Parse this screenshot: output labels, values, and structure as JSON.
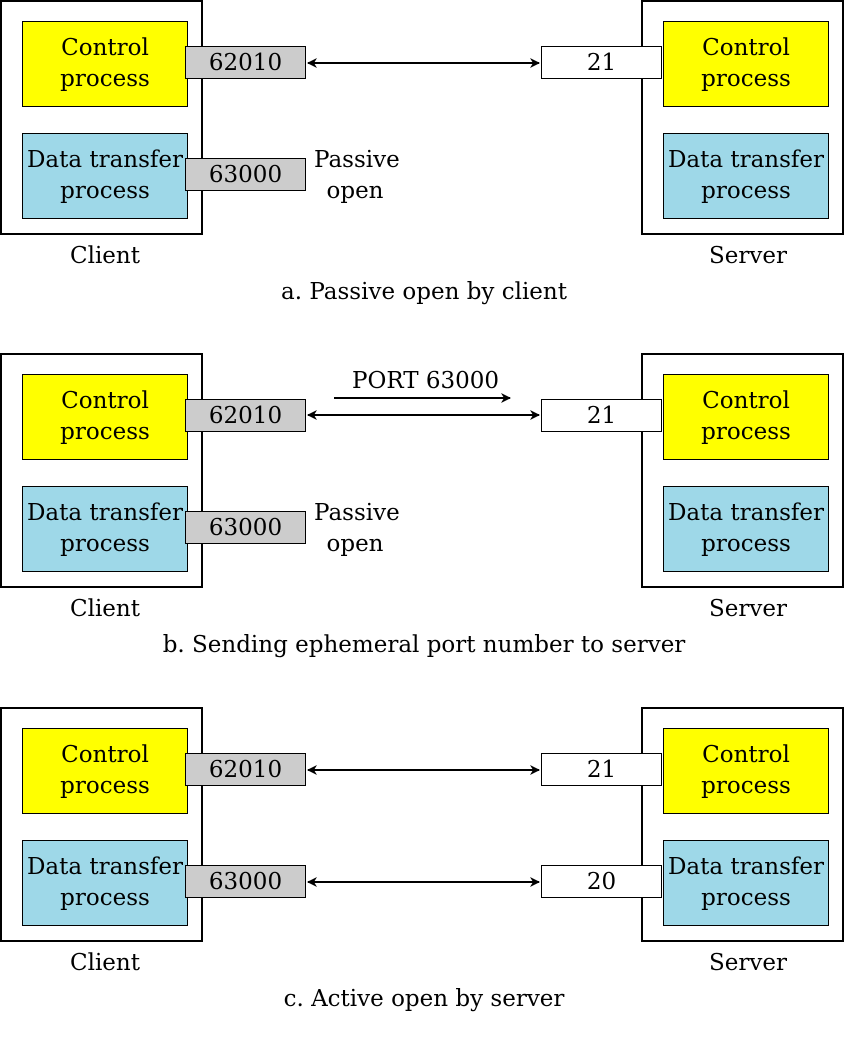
{
  "panels": [
    {
      "client_label": "Client",
      "server_label": "Server",
      "client_control": "Control\nprocess",
      "client_data": "Data transfer\nprocess",
      "server_control": "Control\nprocess",
      "server_data": "Data transfer\nprocess",
      "client_control_port": "62010",
      "client_data_port": "63000",
      "server_control_port": "21",
      "passive_note": "Passive\nopen",
      "caption": "a. Passive open by client"
    },
    {
      "client_label": "Client",
      "server_label": "Server",
      "client_control": "Control\nprocess",
      "client_data": "Data transfer\nprocess",
      "server_control": "Control\nprocess",
      "server_data": "Data transfer\nprocess",
      "client_control_port": "62010",
      "client_data_port": "63000",
      "server_control_port": "21",
      "passive_note": "Passive\nopen",
      "port_message": "PORT 63000",
      "caption": "b. Sending ephemeral port number to server"
    },
    {
      "client_label": "Client",
      "server_label": "Server",
      "client_control": "Control\nprocess",
      "client_data": "Data transfer\nprocess",
      "server_control": "Control\nprocess",
      "server_data": "Data transfer\nprocess",
      "client_control_port": "62010",
      "client_data_port": "63000",
      "server_control_port": "21",
      "server_data_port": "20",
      "caption": "c. Active open by server"
    }
  ]
}
